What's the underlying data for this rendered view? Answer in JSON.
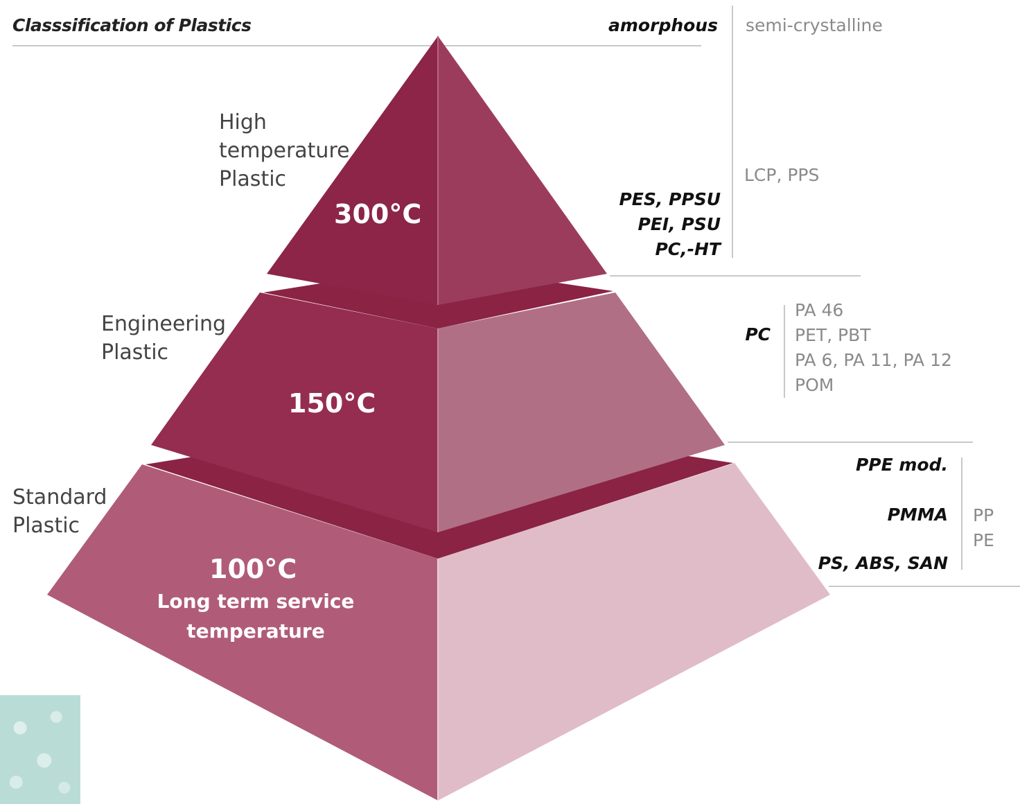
{
  "header": {
    "title": "Classsification of Plastics",
    "amorphous": "amorphous",
    "semi_crystalline": "semi-crystalline"
  },
  "tiers": {
    "high": {
      "label": "High\ntemperature\nPlastic",
      "temperature": "300°C",
      "amorphous": [
        "PES, PPSU",
        "PEI, PSU",
        "PC,-HT"
      ],
      "semi_crystalline": [
        "LCP, PPS"
      ]
    },
    "engineering": {
      "label": "Engineering\nPlastic",
      "temperature": "150°C",
      "amorphous": [
        "PC"
      ],
      "semi_crystalline": [
        "PA 46",
        "PET, PBT",
        "PA 6, PA 11, PA 12",
        "POM"
      ]
    },
    "standard": {
      "label": "Standard\nPlastic",
      "temperature": "100°C",
      "caption": "Long term service\ntemperature",
      "amorphous": [
        "PPE mod.",
        "PMMA",
        "PS, ABS, SAN"
      ],
      "semi_crystalline": [
        "PP",
        "PE"
      ]
    }
  },
  "colors": {
    "dark": "#8a2344",
    "top_left": "#8c2548",
    "top_right": "#9c3c5d",
    "mid_left": "#952d50",
    "mid_right": "#b16f86",
    "low_left": "#b05c78",
    "low_right": "#e0bcc8",
    "rule": "#c8c8c8"
  }
}
